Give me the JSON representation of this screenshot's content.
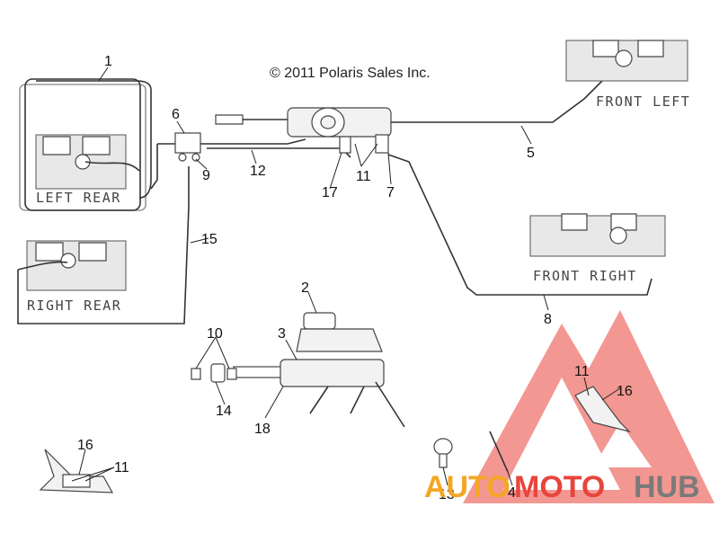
{
  "copyright": "© 2011 Polaris Sales Inc.",
  "captions": {
    "left_rear": "LEFT REAR",
    "right_rear": "RIGHT REAR",
    "front_left": "FRONT LEFT",
    "front_right": "FRONT RIGHT"
  },
  "callouts": {
    "c1": "1",
    "c2": "2",
    "c3": "3",
    "c4": "4",
    "c5": "5",
    "c6": "6",
    "c7": "7",
    "c8": "8",
    "c9": "9",
    "c10": "10",
    "c11a": "11",
    "c11b": "11",
    "c11c": "11",
    "c12": "12",
    "c13": "13",
    "c14": "14",
    "c15": "15",
    "c16a": "16",
    "c16b": "16",
    "c17": "17",
    "c18": "18"
  },
  "watermark": {
    "part1": "AUTO",
    "part2": "MOTO",
    "part3": "HUB",
    "color_orange": "#f5a623",
    "color_red": "#e8453c",
    "color_gray": "#7a7a7a"
  }
}
